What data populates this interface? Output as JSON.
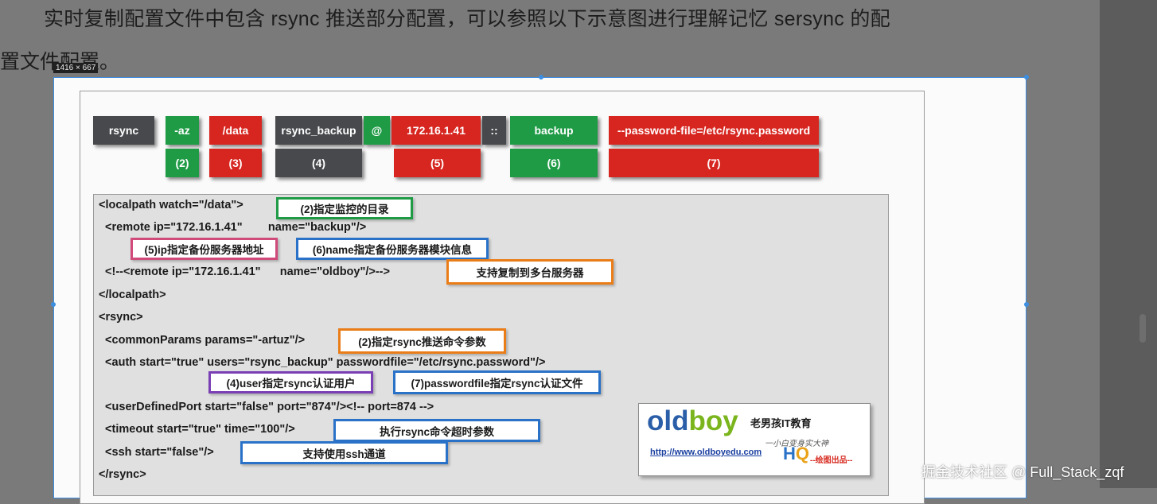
{
  "heading": {
    "line1": "实时复制配置文件中包含 rsync 推送部分配置，可以参照以下示意图进行理解记忆 sersync 的配",
    "line2": "置文件配置。"
  },
  "selection_badge": "1416 × 667",
  "command_parts": {
    "rsync": "rsync",
    "az": "-az",
    "data": "/data",
    "user": "rsync_backup",
    "at": "@",
    "ip": "172.16.1.41",
    "sep": "::",
    "module": "backup",
    "password": "--password-file=/etc/rsync.password"
  },
  "numbers": {
    "n2": "(2)",
    "n3": "(3)",
    "n4": "(4)",
    "n5": "(5)",
    "n6": "(6)",
    "n7": "(7)"
  },
  "code_lines": {
    "l1": "<localpath watch=\"/data\">",
    "l2": "  <remote ip=\"172.16.1.41\"        name=\"backup\"/>",
    "l3": "  <!--<remote ip=\"172.16.1.41\"      name=\"oldboy\"/>-->",
    "l4": "</localpath>",
    "l5": "<rsync>",
    "l6": "  <commonParams params=\"-artuz\"/>",
    "l7": "  <auth start=\"true\" users=\"rsync_backup\" passwordfile=\"/etc/rsync.password\"/>",
    "l8": "  <userDefinedPort start=\"false\" port=\"874\"/><!-- port=874 -->",
    "l9": "  <timeout start=\"true\" time=\"100\"/>",
    "l10": "  <ssh start=\"false\"/>",
    "l11": "</rsync>"
  },
  "notes": {
    "watch_dir": "(2)指定监控的目录",
    "ip_addr": "(5)ip指定备份服务器地址",
    "module_name": "(6)name指定备份服务器模块信息",
    "multi_server": "支持复制到多台服务器",
    "push_params": "(2)指定rsync推送命令参数",
    "auth_user": "(4)user指定rsync认证用户",
    "password_file": "(7)passwordfile指定rsync认证文件",
    "timeout": "执行rsync命令超时参数",
    "ssh": "支持使用ssh通道"
  },
  "logo": {
    "brand_part1": "old",
    "brand_part2": "boy",
    "cn_name": "老男孩IT教育",
    "slogan": "一小白变身实大神",
    "url": "http://www.oldboyedu.com",
    "hq_h": "H",
    "hq_q": "Q",
    "made_by": "--绘图出品--"
  },
  "watermark": "掘金技术社区 @ Full_Stack_zqf",
  "colors": {
    "dark": "#47494c",
    "green": "#1f9b46",
    "red": "#d7251f",
    "note_green": "#1f9b46",
    "note_pink": "#d04a7a",
    "note_blue": "#2a72c8",
    "note_orange": "#ea7d18",
    "note_purple": "#7a3fb5"
  }
}
